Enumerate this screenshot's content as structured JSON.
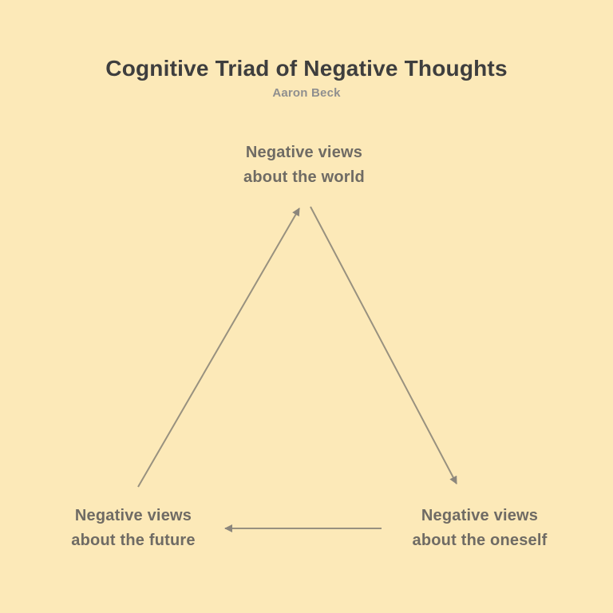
{
  "title": "Cognitive Triad of Negative Thoughts",
  "subtitle": "Aaron Beck",
  "colors": {
    "background": "#FCE9B8",
    "title_color": "#3E3E3E",
    "subtitle_color": "#8F8F8F",
    "node_color": "#6F6B64",
    "arrow_color": "#98917F"
  },
  "diagram": {
    "nodes": [
      {
        "id": "world",
        "line1": "Negative views",
        "line2": "about the world"
      },
      {
        "id": "future",
        "line1": "Negative views",
        "line2": "about the future"
      },
      {
        "id": "oneself",
        "line1": "Negative views",
        "line2": "about the oneself"
      }
    ],
    "arrows": [
      {
        "from": "future",
        "to": "world"
      },
      {
        "from": "world",
        "to": "oneself"
      },
      {
        "from": "oneself",
        "to": "future"
      }
    ]
  }
}
